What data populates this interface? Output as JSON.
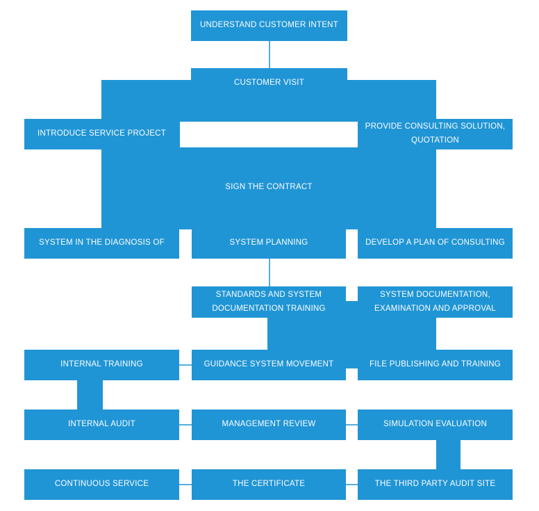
{
  "diagram": {
    "title": "consulting certification process flowchart",
    "accent_color": "#2095d5",
    "connector_line_color": "#58acdc",
    "text_color": "#ffffff",
    "background_color": "#ffffff",
    "nodes": {
      "understand_customer_intent": "UNDERSTAND CUSTOMER INTENT",
      "customer_visit": "CUSTOMER VISIT",
      "introduce_service_project": "INTRODUCE SERVICE PROJECT",
      "provide_consulting_solution_quotation": "PROVIDE CONSULTING SOLUTION, QUOTATION",
      "sign_the_contract": "SIGN THE CONTRACT",
      "system_in_the_diagnosis_of": "SYSTEM IN THE DIAGNOSIS OF",
      "system_planning": "SYSTEM PLANNING",
      "develop_a_plan_of_consulting": "DEVELOP A PLAN OF CONSULTING",
      "standards_and_system_documentation_training": "STANDARDS AND SYSTEM DOCUMENTATION TRAINING",
      "system_documentation_examination_and_approval": "SYSTEM DOCUMENTATION, EXAMINATION AND APPROVAL",
      "internal_training": "INTERNAL TRAINING",
      "guidance_system_movement": "GUIDANCE SYSTEM MOVEMENT",
      "file_publishing_and_training": "FILE PUBLISHING AND TRAINING",
      "internal_audit": "INTERNAL AUDIT",
      "management_review": "MANAGEMENT REVIEW",
      "simulation_evaluation": "SIMULATION EVALUATION",
      "continuous_service": "CONTINUOUS SERVICE",
      "the_certificate": "THE CERTIFICATE",
      "the_third_party_audit_site": "THE THIRD PARTY AUDIT SITE"
    }
  }
}
